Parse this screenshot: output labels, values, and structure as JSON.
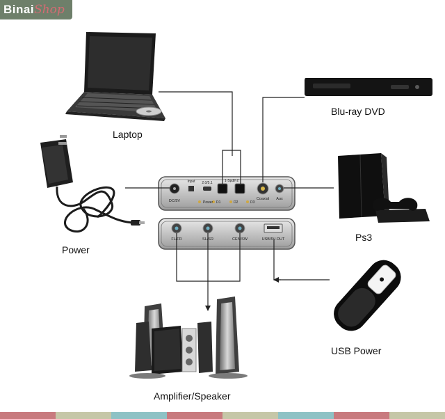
{
  "brand": {
    "part1": "Binai",
    "part2": "Shop"
  },
  "devices": {
    "laptop": "Laptop",
    "bluray": "Blu-ray DVD",
    "power": "Power",
    "ps3": "Ps3",
    "usb_power": "USB Power",
    "speaker": "Amplifier/Speaker"
  },
  "converter": {
    "top_panel": {
      "dc_label": "DC/5V",
      "input_label": "Input",
      "mode_label": "2.0/5.1",
      "spdif_label": "1-Spdif-2",
      "coaxial_label": "Coaxial",
      "aux_label": "Aux",
      "led_labels": [
        "Power",
        "D1",
        "D2",
        "D3"
      ]
    },
    "bottom_panel": {
      "port_labels": [
        "FL/FR",
        "SL/SR",
        "CEN/SW",
        "USB/5V-OUT"
      ]
    }
  },
  "colors": {
    "brand_bg": "#6e7f6a",
    "brand_accent": "#d46b73",
    "stripes": [
      "#c87a7e",
      "#c6c7a8",
      "#8ec2c5",
      "#c87a7e",
      "#c6c7a8",
      "#8ec2c5",
      "#c87a7e",
      "#c6c7a8"
    ]
  }
}
